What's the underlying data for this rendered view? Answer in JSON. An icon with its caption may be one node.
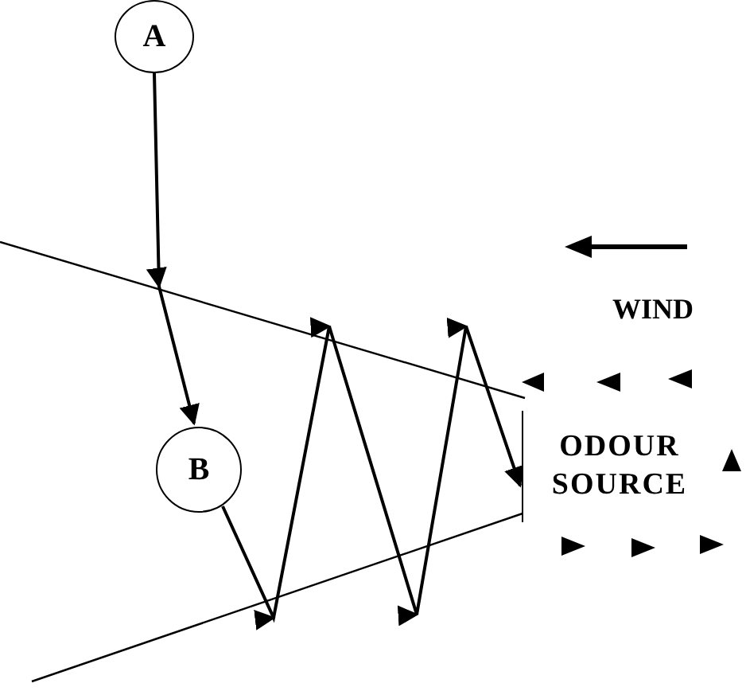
{
  "diagram": {
    "nodes": [
      {
        "text": [
          "A"
        ]
      },
      {
        "text": [
          "B"
        ]
      },
      {
        "text": [
          "ODOUR SOURCE"
        ]
      }
    ],
    "edges": [
      {
        "from": 0,
        "to": 1,
        "arrow": "to"
      },
      {
        "from": 1,
        "to": 2,
        "arrow": "to"
      }
    ],
    "labels": [
      "WIND"
    ]
  }
}
